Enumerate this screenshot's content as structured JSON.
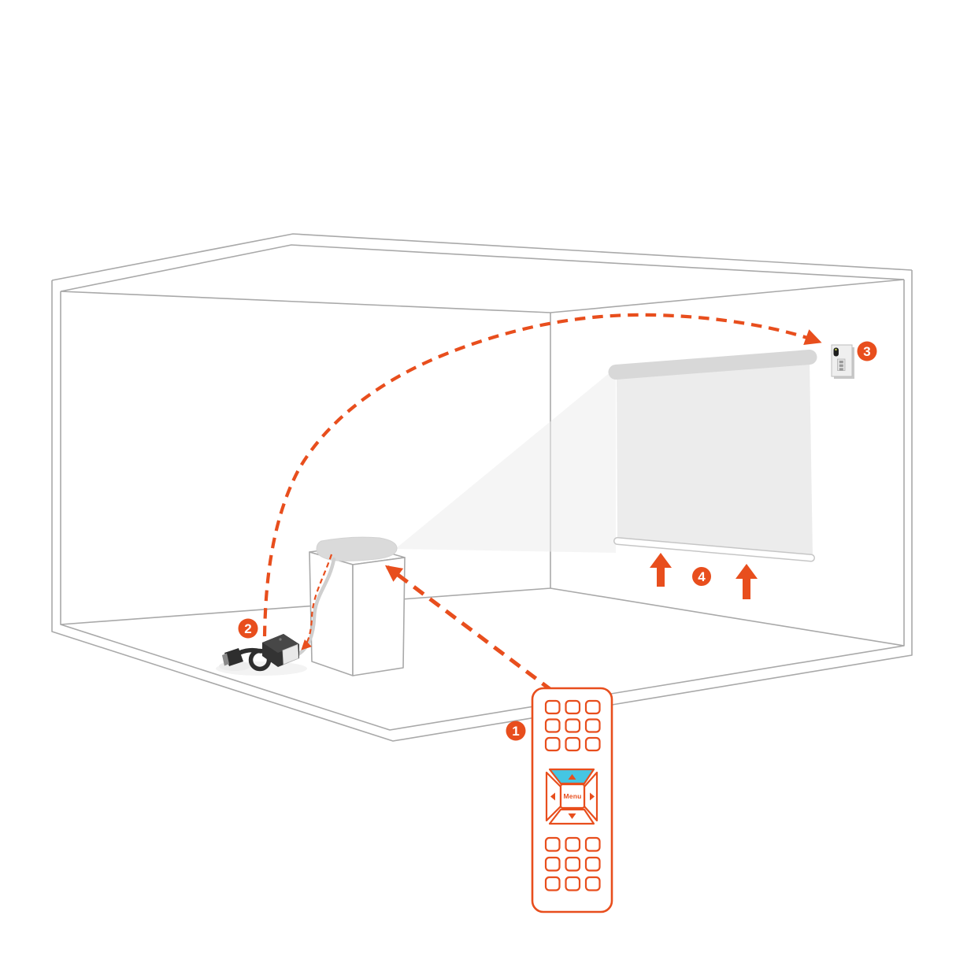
{
  "diagram": {
    "title": "Projector screen wireless remote setup diagram",
    "colors": {
      "accent": "#e84e1d",
      "cyan": "#45c6e3",
      "room_line": "#a9a9a9"
    },
    "badges": [
      {
        "number": "1",
        "target": "remote-control"
      },
      {
        "number": "2",
        "target": "power-adapter"
      },
      {
        "number": "3",
        "target": "wall-switch-receiver"
      },
      {
        "number": "4",
        "target": "screen-raising-arrows"
      }
    ],
    "remote": {
      "menu_label": "Menu",
      "top_keypad_keys": 9,
      "bottom_keypad_keys": 9
    },
    "icons": {
      "signal_arc": "dashed-arc-arrow",
      "remote_to_projector": "dashed-straight-arrow",
      "power_route": "thin-dashed-arrow",
      "screen_direction": "up-arrow"
    }
  }
}
